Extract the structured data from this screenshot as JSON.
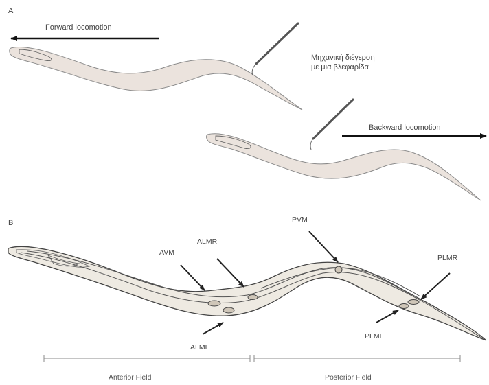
{
  "panels": {
    "a_label": "A",
    "b_label": "B"
  },
  "panel_a": {
    "forward_label": "Forward locomotion",
    "backward_label": "Backward locomotion",
    "touch_label_line1": "Μηχανική διέγερση",
    "touch_label_line2": "με μια βλεφαρίδα"
  },
  "panel_b": {
    "neurons": {
      "avm": "AVM",
      "almr": "ALMR",
      "alml": "ALML",
      "pvm": "PVM",
      "plmr": "PLMR",
      "plml": "PLML"
    },
    "fields": {
      "anterior": "Anterior Field",
      "posterior": "Posterior Field"
    }
  },
  "colors": {
    "worm_fill_a": "#ebe3dd",
    "worm_fill_b": "#eeeae2",
    "arrow": "#111111",
    "probe": "#555555"
  }
}
